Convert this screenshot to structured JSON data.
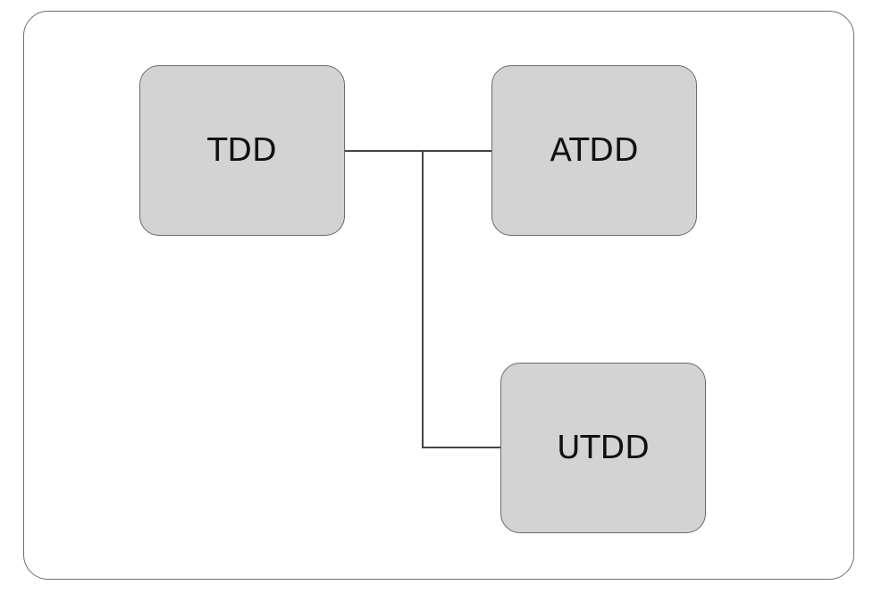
{
  "diagram": {
    "nodes": [
      {
        "id": "tdd",
        "label": "TDD"
      },
      {
        "id": "atdd",
        "label": "ATDD"
      },
      {
        "id": "utdd",
        "label": "UTDD"
      }
    ],
    "edges": [
      {
        "from": "tdd",
        "to": "atdd"
      },
      {
        "from": "tdd",
        "to": "utdd"
      }
    ],
    "colors": {
      "node_fill": "#d3d3d3",
      "node_border": "#6a6a6a",
      "connector": "#444444",
      "frame_border": "#6f6f6f"
    }
  }
}
